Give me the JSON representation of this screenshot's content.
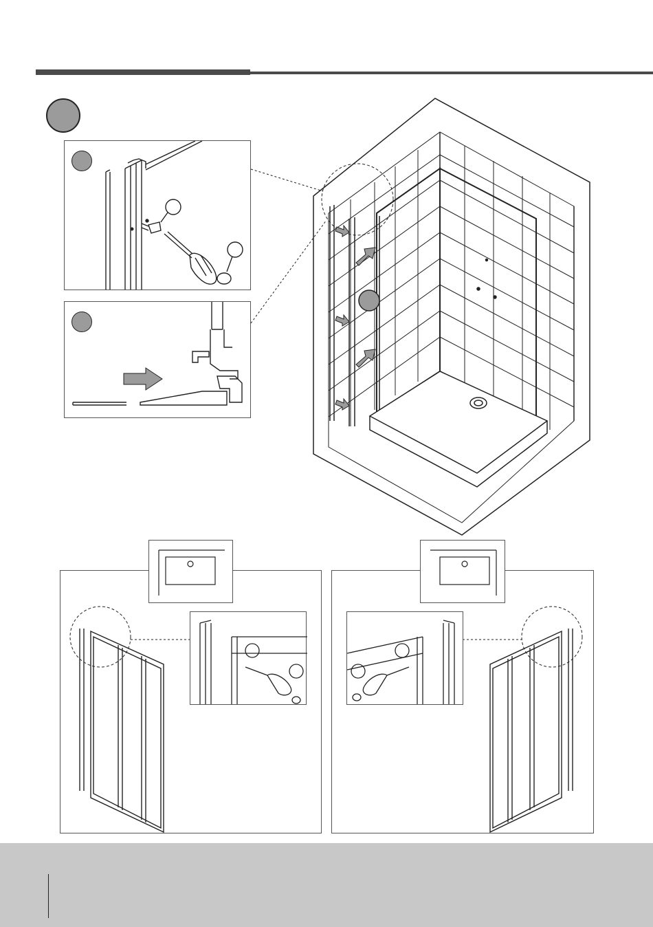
{
  "page": {
    "background": "#ffffff",
    "header_rule_color": "#4a4a4a",
    "badge_color": "#9b9b9b",
    "footer_color": "#c8c8c8"
  },
  "illustrations": {
    "main": "shower-enclosure-isometric",
    "detail_top": "screw-fixing-wall-profile",
    "detail_bottom": "profile-cross-section",
    "bottom_left": "left-door-assembly",
    "bottom_right": "right-door-assembly"
  }
}
